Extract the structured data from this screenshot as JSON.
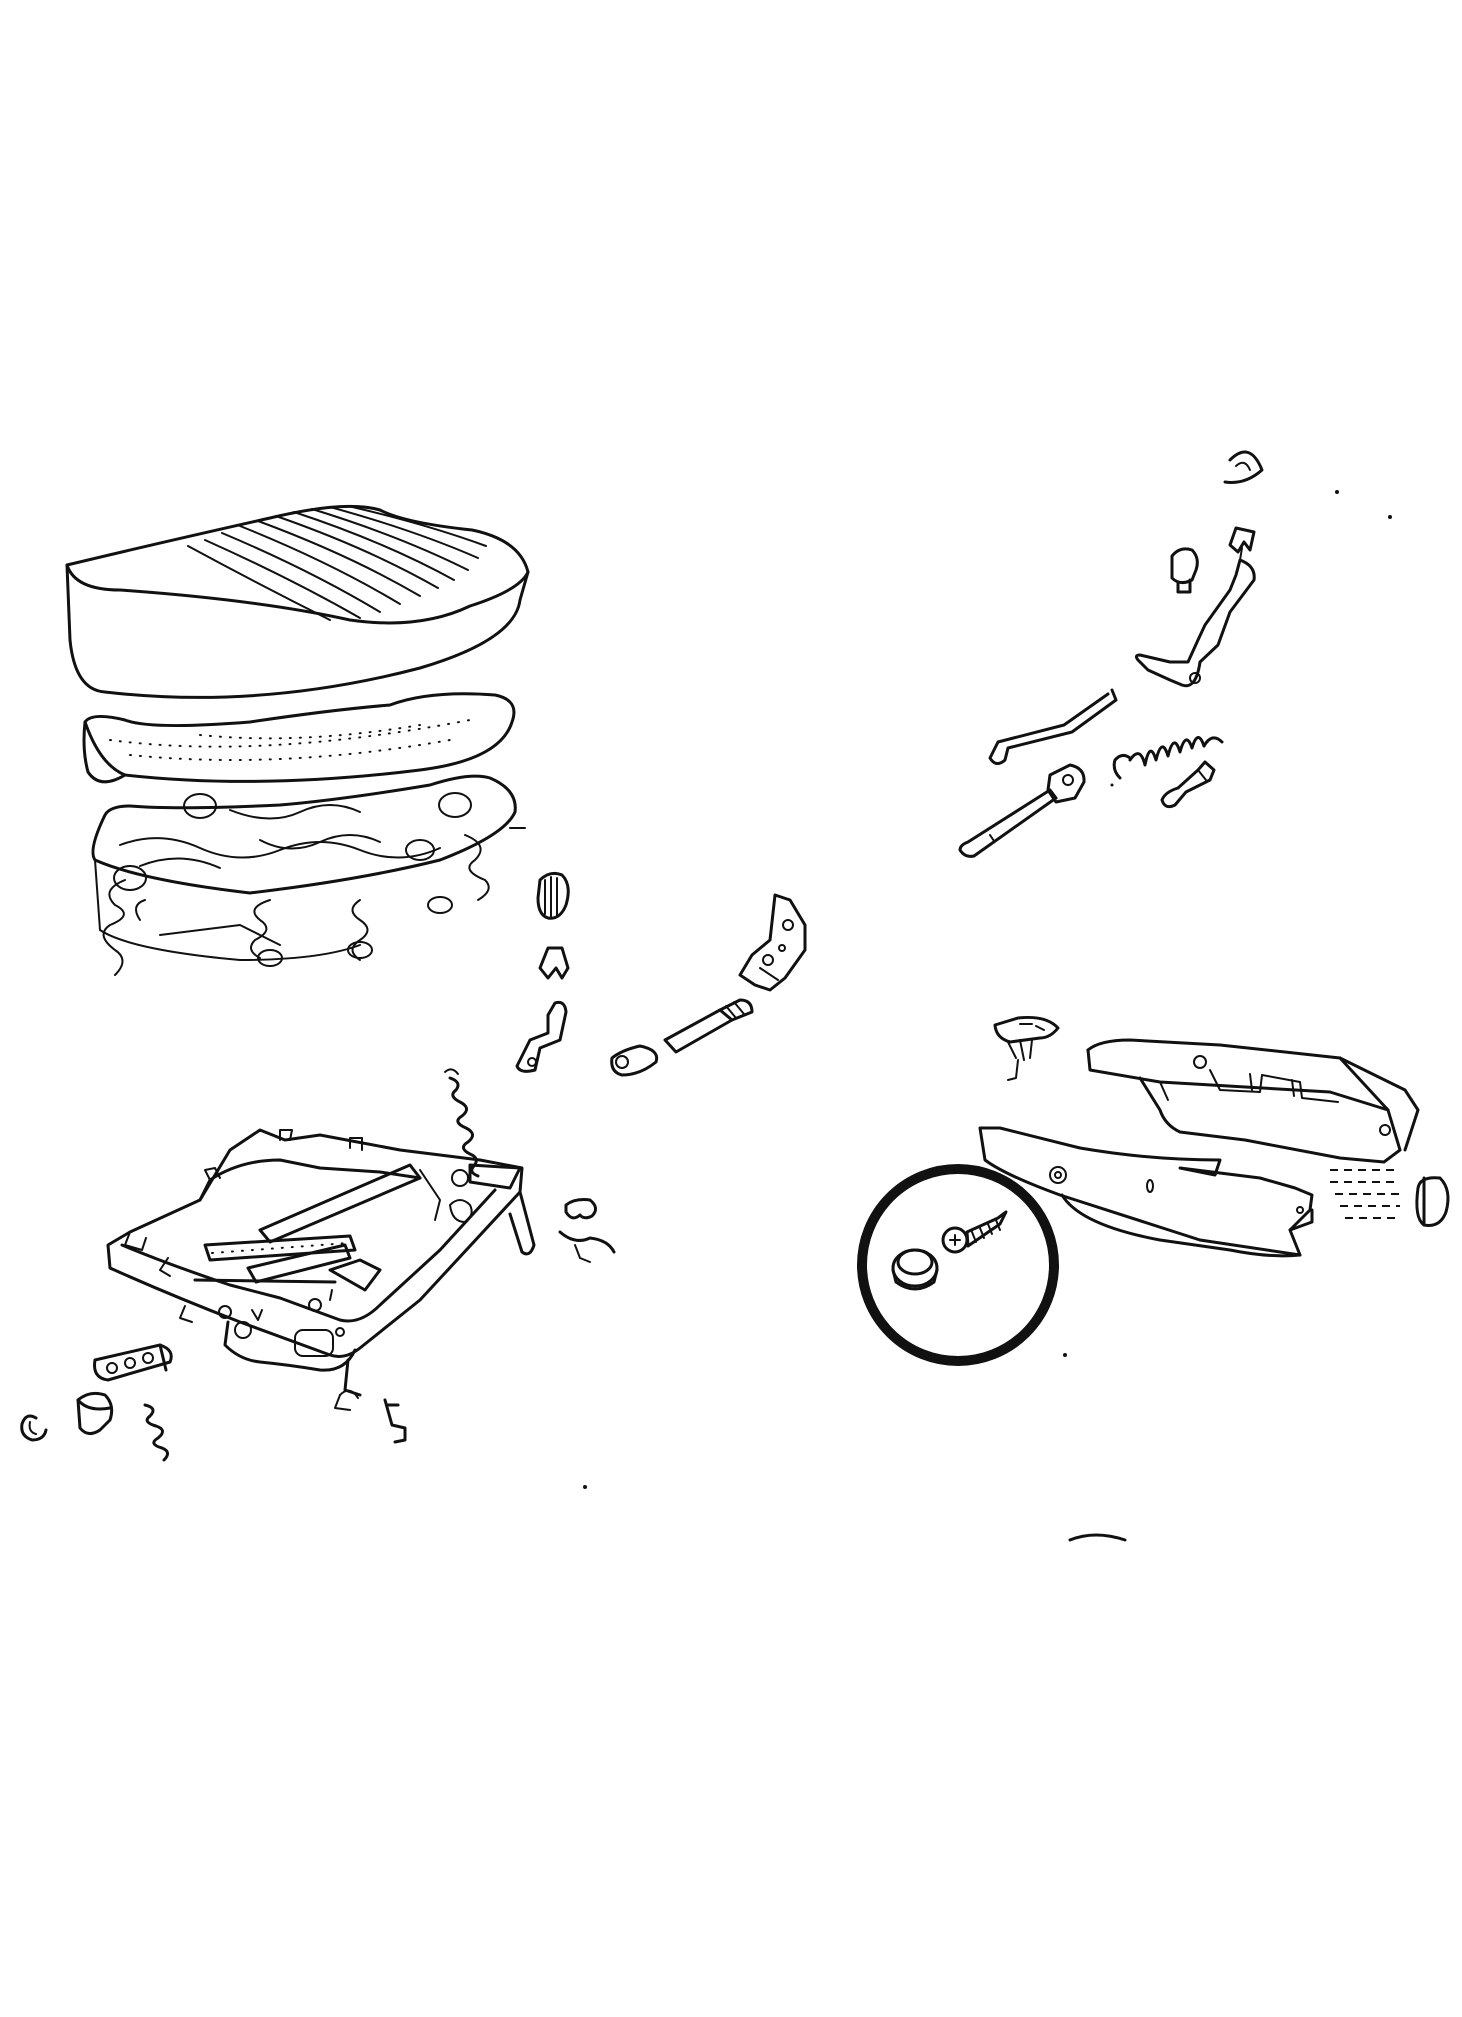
{
  "diagram": {
    "type": "exploded-parts-view",
    "subject": "seat-cushion-and-frame-assembly",
    "colors": {
      "line": "#111111",
      "background": "#ffffff"
    },
    "highlight": {
      "shape": "circle",
      "emphasized_parts": [
        "cover-cap",
        "tapping-screw"
      ]
    },
    "parts_shown": [
      "seat-cushion-cover",
      "seat-cushion-pad",
      "seat-spring-frame",
      "height-adjust-knob",
      "lever-clip",
      "adjust-lever",
      "return-spring",
      "seat-frame",
      "pivot-link",
      "e-ring",
      "knob-cap",
      "coil-spring",
      "bracket",
      "adjuster-rod",
      "recliner-plate",
      "wire-clip",
      "upper-knob",
      "upper-clip",
      "upper-bracket",
      "link-rod",
      "reclining-rod",
      "tension-spring",
      "small-lever",
      "seat-track-cover-outer",
      "seat-track-cover-inner",
      "cover-clip",
      "end-cap",
      "cover-cap",
      "tapping-screw"
    ]
  }
}
